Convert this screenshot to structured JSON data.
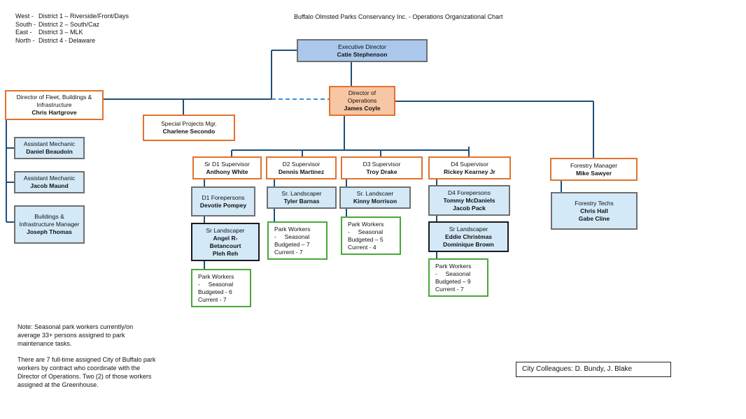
{
  "header": {
    "title": "Buffalo Olmsted Parks Conservancy Inc. -  Operations Organizational Chart"
  },
  "districts": [
    {
      "dir": "West -",
      "name": "District 1 – Riverside/Front/Days"
    },
    {
      "dir": "South -",
      "name": "District 2 – South/Caz"
    },
    {
      "dir": "East -",
      "name": "District 3 – MLK"
    },
    {
      "dir": "North -",
      "name": "District 4 - Delaware"
    }
  ],
  "nodes": {
    "executive_director": {
      "title": "Executive Director",
      "name": "Catie Stephenson"
    },
    "director_operations": {
      "title": "Director of Operations",
      "name": "James Coyle"
    },
    "director_fleet": {
      "title": "Director of Fleet, Buildings & Infrastructure",
      "name": "Chris Hartgrove"
    },
    "special_projects": {
      "title": "Special Projects Mgr.",
      "name": "Charlene Secondo"
    },
    "assistant_mechanic_1": {
      "title": "Assistant Mechanic",
      "name": "Daniel Beaudoin"
    },
    "assistant_mechanic_2": {
      "title": "Assistant Mechanic",
      "name": "Jacob Maund"
    },
    "buildings_manager": {
      "title": "Buildings & Infrastructure Manager",
      "name": "Joseph Thomas"
    },
    "d1_supervisor": {
      "title": "Sr D1 Supervisor",
      "name": "Anthony White"
    },
    "d2_supervisor": {
      "title": "D2 Supervisor",
      "name": "Dennis Martinez"
    },
    "d3_supervisor": {
      "title": "D3 Supervisor",
      "name": "Troy Drake"
    },
    "d4_supervisor": {
      "title": "D4 Supervisor",
      "name": "Rickey  Kearney Jr"
    },
    "forestry_manager": {
      "title": "Forestry Manager",
      "name": "Mike Sawyer"
    },
    "d1_forepersons": {
      "title": "D1 Forepersons",
      "name": "Devotie Pompey"
    },
    "d2_landscaper": {
      "title": "Sr. Landscaper",
      "name": "Tyler Barnas"
    },
    "d3_landscaper": {
      "title": "Sr. Landscaer",
      "name": "Kinny Morrison"
    },
    "d4_forepersons": {
      "title": "D4 Forepersons",
      "names": [
        "Tommy McDaniels",
        "Jacob Pack"
      ]
    },
    "forestry_techs": {
      "title": "Forestry Techs",
      "names": [
        "Chris Hall",
        "Gabe Cline"
      ]
    },
    "d1_sr_landscaper": {
      "title": "Sr Landscaper",
      "names": [
        "Angel R-",
        "Betancourt",
        "Pleh Reh"
      ]
    },
    "d4_sr_landscaper": {
      "title": "Sr Landscaper",
      "names": [
        "Eddie Christmas",
        "Dominique Brown"
      ]
    }
  },
  "park_workers": {
    "d1": {
      "label": "Park Workers",
      "type": "-     Seasonal",
      "budgeted": "Budgeted - 6",
      "current": "Current - 7"
    },
    "d2": {
      "label": "Park Workers",
      "type": "-     Seasonal",
      "budgeted": "Budgeted – 7",
      "current": "Current - 7"
    },
    "d3": {
      "label": "Park Workers",
      "type": "-     Seasonal",
      "budgeted": "Budgeted – 5",
      "current": "Current - 4"
    },
    "d4": {
      "label": "Park Workers",
      "type": "-     Seasonal",
      "budgeted": "Budgeted –  9",
      "current": "Current -  7"
    }
  },
  "notes": [
    "Note: Seasonal park workers currently/on average 33+ persons assigned to park maintenance tasks.",
    "There are 7 full-time assigned City of Buffalo park workers by contract who coordinate with the Director of Operations.  Two (2) of those workers assigned at the Greenhouse."
  ],
  "city_colleagues": "City Colleagues:  D. Bundy, J. Blake",
  "colors": {
    "connector": "#1f4e79",
    "orange_border": "#e2712c",
    "green_border": "#4aa63a",
    "gray_border": "#6f6f6f",
    "exec_fill": "#a9c8ec",
    "director_fill": "#f6c6a5",
    "staff_fill": "#d3e9f7"
  }
}
